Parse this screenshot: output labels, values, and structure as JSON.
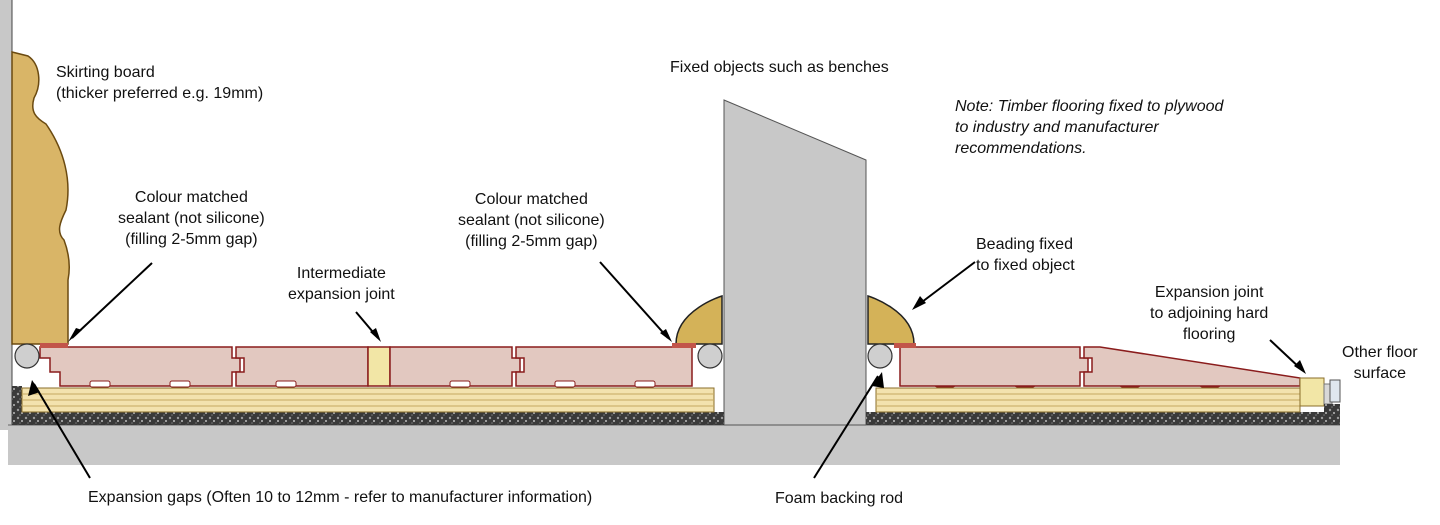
{
  "labels": {
    "skirting": [
      "Skirting board",
      "(thicker preferred e.g. 19mm)"
    ],
    "sealant_left": [
      "Colour matched",
      "sealant (not silicone)",
      "(filling 2-5mm gap)"
    ],
    "intermediate": [
      "Intermediate",
      "expansion joint"
    ],
    "sealant_right": [
      "Colour matched",
      "sealant (not silicone)",
      "(filling 2-5mm gap)"
    ],
    "fixed_objects": "Fixed objects such as benches",
    "note": [
      "Note: Timber flooring fixed to plywood",
      "to industry and manufacturer",
      "recommendations."
    ],
    "beading": [
      "Beading fixed",
      "to fixed object"
    ],
    "expansion_joint_hard": [
      "Expansion joint",
      "to adjoining hard",
      "flooring"
    ],
    "other_floor": [
      "Other floor",
      "surface"
    ],
    "expansion_gaps": "Expansion gaps (Often 10 to 12mm - refer to manufacturer information)",
    "foam_rod": "Foam backing rod"
  },
  "colors": {
    "concrete": "#c8c8c8",
    "timber_board": "#e2c8c0",
    "timber_edge": "#8a1c1c",
    "plywood": "#f3e2ae",
    "skirting": "#d9b567",
    "beading": "#d4b258",
    "joint_filler": "#f2e6a6",
    "foam_rod": "#cfcfcf",
    "underlay": "#333333"
  }
}
